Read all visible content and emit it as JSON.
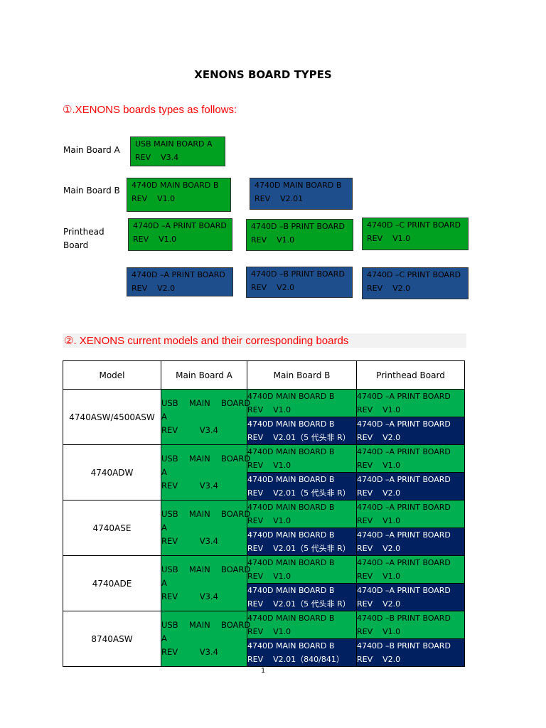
{
  "title": "XENONS BOARD TYPES",
  "section1": "①.XENONS boards types as follows:",
  "labels": {
    "main_a": "Main Board A",
    "main_b": "Main Board B",
    "printhead_1": "Printhead",
    "printhead_2": "Board"
  },
  "boards": {
    "usb_a": {
      "name": "USB MAIN BOARD A",
      "rev": "REV    V3.4",
      "color": "#00a020"
    },
    "mb_b_v1": {
      "name": "4740D MAIN BOARD B",
      "rev": "REV    V1.0",
      "color": "#00a020"
    },
    "mb_b_v2": {
      "name": "4740D MAIN BOARD B",
      "rev": "REV    V2.01",
      "color": "#1e4e8c"
    },
    "pa_v1": {
      "name": "4740D –A PRINT BOARD",
      "rev": "REV    V1.0",
      "color": "#00a020"
    },
    "pb_v1": {
      "name": "4740D –B PRINT BOARD",
      "rev": "REV    V1.0",
      "color": "#00a020"
    },
    "pc_v1": {
      "name": "4740D –C PRINT BOARD",
      "rev": "REV    V1.0",
      "color": "#00a020"
    },
    "pa_v2": {
      "name": "4740D –A PRINT BOARD",
      "rev": "REV    V2.0",
      "color": "#1e4e8c"
    },
    "pb_v2": {
      "name": "4740D –B PRINT BOARD",
      "rev": "REV    V2.0",
      "color": "#1e4e8c"
    },
    "pc_v2": {
      "name": "4740D –C PRINT BOARD",
      "rev": "REV    V2.0",
      "color": "#1e4e8c"
    }
  },
  "section2": "②. XENONS current models and their corresponding boards",
  "table": {
    "headers": [
      "Model",
      "Main Board A",
      "Main Board B",
      "Printhead Board"
    ],
    "rows": [
      {
        "model": "4740ASW/4500ASW",
        "mba": [
          "USB  MAIN  BOARD",
          "A",
          "REV    V3.4"
        ],
        "mbb": [
          [
            "4740D MAIN BOARD B",
            "REV    V1.0"
          ],
          [
            "4740D MAIN BOARD B",
            "REV    V2.01（5 代头非 R）"
          ]
        ],
        "ph": [
          [
            "4740D –A PRINT BOARD",
            "REV    V1.0"
          ],
          [
            "4740D –A PRINT BOARD",
            "REV    V2.0"
          ]
        ]
      },
      {
        "model": "4740ADW",
        "mba": [
          "USB  MAIN  BOARD",
          "A",
          "REV    V3.4"
        ],
        "mbb": [
          [
            "4740D MAIN BOARD B",
            "REV    V1.0"
          ],
          [
            "4740D MAIN BOARD B",
            "REV    V2.01（5 代头非 R）"
          ]
        ],
        "ph": [
          [
            "4740D –A PRINT BOARD",
            "REV    V1.0"
          ],
          [
            "4740D –A PRINT BOARD",
            "REV    V2.0"
          ]
        ]
      },
      {
        "model": "4740ASE",
        "mba": [
          "USB  MAIN  BOARD",
          "A",
          "REV    V3.4"
        ],
        "mbb": [
          [
            "4740D MAIN BOARD B",
            "REV    V1.0"
          ],
          [
            "4740D MAIN BOARD B",
            "REV    V2.01（5 代头非 R）"
          ]
        ],
        "ph": [
          [
            "4740D –A PRINT BOARD",
            "REV    V1.0"
          ],
          [
            "4740D –A PRINT BOARD",
            "REV    V2.0"
          ]
        ]
      },
      {
        "model": "4740ADE",
        "mba": [
          "USB  MAIN  BOARD",
          "A",
          "REV    V3.4"
        ],
        "mbb": [
          [
            "4740D MAIN BOARD B",
            "REV    V1.0"
          ],
          [
            "4740D MAIN BOARD B",
            "REV    V2.01（5 代头非 R）"
          ]
        ],
        "ph": [
          [
            "4740D –A PRINT BOARD",
            "REV    V1.0"
          ],
          [
            "4740D –A PRINT BOARD",
            "REV    V2.0"
          ]
        ]
      },
      {
        "model": "8740ASW",
        "mba": [
          "USB  MAIN  BOARD",
          "A",
          "REV    V3.4"
        ],
        "mbb": [
          [
            "4740D MAIN BOARD B",
            "REV    V1.0"
          ],
          [
            "4740D MAIN BOARD B",
            "REV    V2.01（840/841）"
          ]
        ],
        "ph": [
          [
            "4740D –B PRINT BOARD",
            "REV    V1.0"
          ],
          [
            "4740D –B PRINT BOARD",
            "REV    V2.0"
          ]
        ]
      }
    ]
  },
  "page_number": "1",
  "colors": {
    "section_red": "#ff0000",
    "table_green": "#00b050",
    "table_blue": "#002060"
  }
}
